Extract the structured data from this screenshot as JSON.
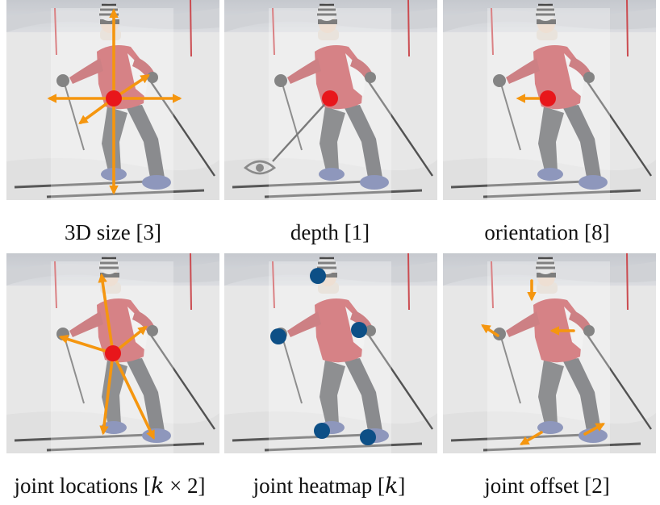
{
  "panels": [
    {
      "id": "size",
      "caption": "3D size [3]"
    },
    {
      "id": "depth",
      "caption": "depth [1]"
    },
    {
      "id": "orientation",
      "caption": "orientation [8]"
    },
    {
      "id": "joint-locations",
      "caption_parts": {
        "before": "joint locations [",
        "var": "k",
        "times": " × 2]"
      }
    },
    {
      "id": "joint-heatmap",
      "caption_parts": {
        "before": "joint heatmap [",
        "var": "k",
        "after": "]"
      }
    },
    {
      "id": "joint-offset",
      "caption": "joint offset [2]"
    }
  ],
  "colors": {
    "center_dot": "#e8161b",
    "arrow": "#f5960f",
    "joint_dot": "#0d4f86",
    "eye": "#8a8a8a",
    "overlay": "#ffffff"
  }
}
